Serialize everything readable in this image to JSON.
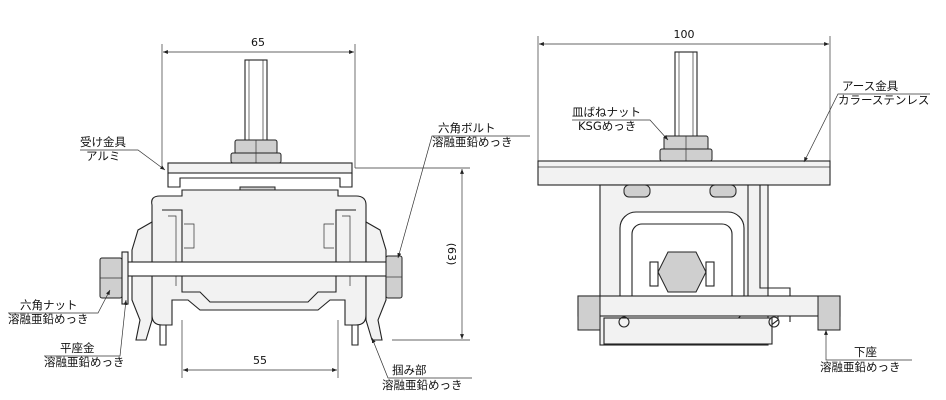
{
  "dimensions": {
    "front_width": "65",
    "front_height": "(63)",
    "front_bottom": "55",
    "side_width": "100"
  },
  "labels": {
    "receiver": [
      "受け金具",
      "アルミ"
    ],
    "hex_bolt": [
      "六角ボルト",
      "溶融亜鉛めっき"
    ],
    "hex_nut_left": [
      "六角ナット",
      "溶融亜鉛めっき"
    ],
    "flat_washer": [
      "平座金",
      "溶融亜鉛めっき"
    ],
    "grip": [
      "掴み部",
      "溶融亜鉛めっき"
    ],
    "disc_spring_nut": [
      "皿ばねナット",
      "KSGめっき"
    ],
    "earth_fitting": [
      "アース金具",
      "カラーステンレス"
    ],
    "lower_seat": [
      "下座",
      "溶融亜鉛めっき"
    ]
  }
}
